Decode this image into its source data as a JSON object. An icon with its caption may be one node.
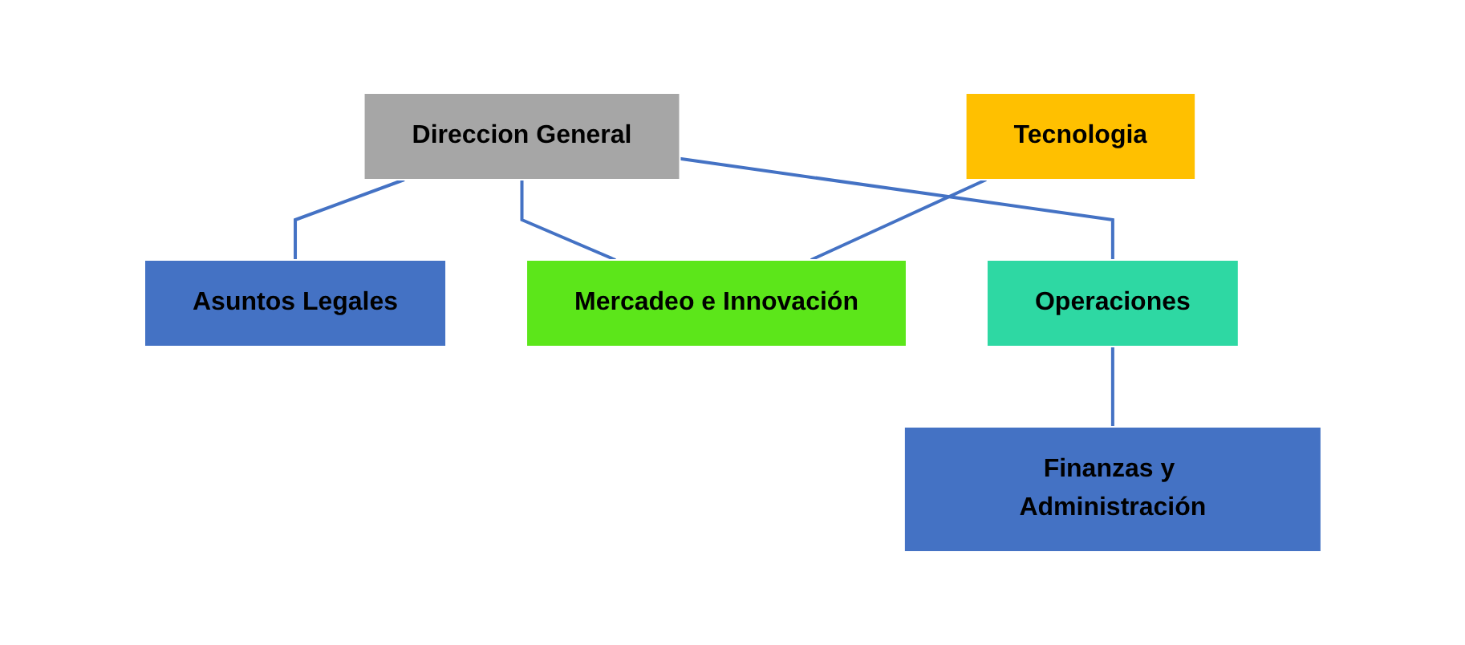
{
  "diagram": {
    "nodes": [
      {
        "text": [
          "Direccion General"
        ]
      },
      {
        "text": [
          "Asuntos Legales"
        ]
      },
      {
        "text": [
          "Tecnologia"
        ]
      },
      {
        "text": [
          "Mercadeo e Innovación"
        ]
      },
      {
        "text": [
          "Operaciones"
        ]
      },
      {
        "text": [
          "Finanzas y Administración"
        ]
      }
    ],
    "edges": [
      {
        "from": 0,
        "to": 1,
        "arrow": "none"
      },
      {
        "from": 0,
        "to": 3,
        "arrow": "none"
      },
      {
        "from": 0,
        "to": 4,
        "arrow": "none"
      },
      {
        "from": 2,
        "to": 3,
        "arrow": "none"
      },
      {
        "from": 4,
        "to": 5,
        "arrow": "none"
      }
    ]
  }
}
